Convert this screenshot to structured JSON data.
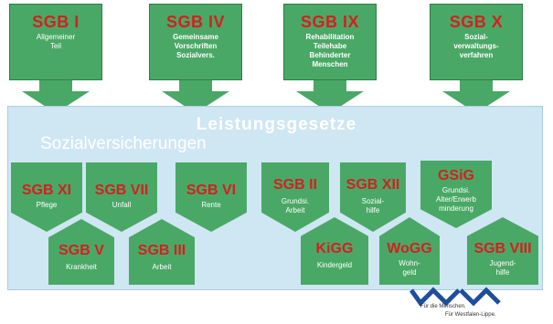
{
  "top": [
    {
      "code": "SGB I",
      "lines": [
        "Allgemeiner",
        "Teil"
      ]
    },
    {
      "code": "SGB IV",
      "lines": [
        "Gemeinsame",
        "Vorschriften",
        "Sozialvers."
      ]
    },
    {
      "code": "SGB IX",
      "lines": [
        "Rehabilitation",
        "Teilehabe",
        "Behinderter",
        "Menschen"
      ]
    },
    {
      "code": "SGB X",
      "lines": [
        "Sozial-",
        "verwaltungs-",
        "verfahren"
      ]
    }
  ],
  "heading": "Leistungsgesetze",
  "subheading": "Sozialversicherungen",
  "shapes": [
    {
      "code": "SGB XI",
      "lines": [
        "Pflege"
      ]
    },
    {
      "code": "SGB VII",
      "lines": [
        "Unfall"
      ]
    },
    {
      "code": "SGB VI",
      "lines": [
        "Rente"
      ]
    },
    {
      "code": "SGB V",
      "lines": [
        "Krankheit"
      ]
    },
    {
      "code": "SGB III",
      "lines": [
        "Arbeit"
      ]
    },
    {
      "code": "SGB II",
      "lines": [
        "Grundsi.",
        "Arbeit"
      ]
    },
    {
      "code": "SGB XII",
      "lines": [
        "Sozial-",
        "hilfe"
      ]
    },
    {
      "code": "GSiG",
      "lines": [
        "Grundsi.",
        "Alter/Erwerb",
        "minderung"
      ]
    },
    {
      "code": "KiGG",
      "lines": [
        "Kindergeld"
      ]
    },
    {
      "code": "WoGG",
      "lines": [
        "Wohn-",
        "geld"
      ]
    },
    {
      "code": "SGB VIII",
      "lines": [
        "Jugend-",
        "hilfe"
      ]
    }
  ],
  "logo": {
    "line1": "Für die Menschen.",
    "line2": "Für Westfalen-Lippe."
  },
  "colors": {
    "green": "#4aa866",
    "red": "#d42020",
    "panel": "#cfe6f3"
  }
}
